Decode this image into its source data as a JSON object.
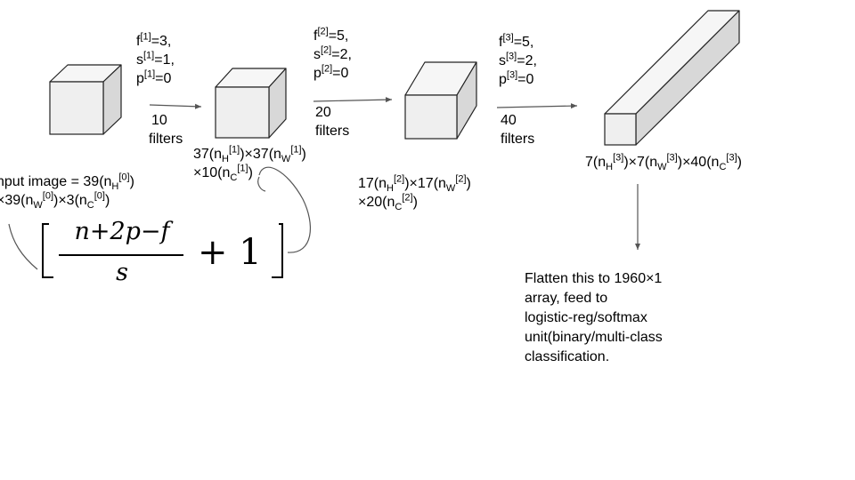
{
  "layer1": {
    "f_label": "f",
    "f_sup": "[1]",
    "f_val": "=3,",
    "s_label": "s",
    "s_sup": "[1]",
    "s_val": "=1,",
    "p_label": "p",
    "p_sup": "[1]",
    "p_val": "=0",
    "filters_count": "10",
    "filters_word": "filters"
  },
  "layer2": {
    "f_label": "f",
    "f_sup": "[2]",
    "f_val": "=5,",
    "s_label": "s",
    "s_sup": "[2]",
    "s_val": "=2,",
    "p_label": "p",
    "p_sup": "[2]",
    "p_val": "=0",
    "filters_count": "20",
    "filters_word": "filters"
  },
  "layer3": {
    "f_label": "f",
    "f_sup": "[3]",
    "f_val": "=5,",
    "s_label": "s",
    "s_sup": "[3]",
    "s_val": "=2,",
    "p_label": "p",
    "p_sup": "[3]",
    "p_val": "=0",
    "filters_count": "40",
    "filters_word": "filters"
  },
  "input_dims": {
    "line1_pre": "nput image = 39(n",
    "line1_sub": "H",
    "line1_sup": "[0]",
    "line1_post": ")",
    "line2_pre": "×39(n",
    "line2_sub": "W",
    "line2_sup": "[0]",
    "line2_mid": ")×3(n",
    "line2_sub2": "C",
    "line2_sup2": "[0]",
    "line2_post": ")"
  },
  "vol1_dims": {
    "l1_a": "37(n",
    "l1_sub_a": "H",
    "l1_sup_a": "[1]",
    "l1_b": ")×37(n",
    "l1_sub_b": "W",
    "l1_sup_b": "[1]",
    "l1_c": ")",
    "l2_a": "×10(n",
    "l2_sub": "C",
    "l2_sup": "[1]",
    "l2_b": ")"
  },
  "vol2_dims": {
    "l1_a": "17(n",
    "l1_sub_a": "H",
    "l1_sup_a": "[2]",
    "l1_b": ")×17(n",
    "l1_sub_b": "W",
    "l1_sup_b": "[2]",
    "l1_c": ")",
    "l2_a": "×20(n",
    "l2_sub": "C",
    "l2_sup": "[2]",
    "l2_b": ")"
  },
  "vol3_dims": {
    "a": "7(n",
    "sub_a": "H",
    "sup_a": "[3]",
    "b": ")×7(n",
    "sub_b": "W",
    "sup_b": "[3]",
    "c": ")×40(n",
    "sub_c": "C",
    "sup_c": "[3]",
    "d": ")"
  },
  "formula": {
    "numerator": "n+2p−f",
    "denominator": "s",
    "plus_one": "+ 1"
  },
  "flatten_note": {
    "line1": "Flatten this to 1960×1",
    "line2": "array, feed to",
    "line3": "logistic-reg/softmax",
    "line4": "unit(binary/multi-class",
    "line5": "classification."
  },
  "colors": {
    "cube_front": "#efefef",
    "cube_top": "#f6f6f6",
    "cube_side": "#d8d8d8",
    "stroke": "#222222",
    "arrow": "#555555"
  }
}
